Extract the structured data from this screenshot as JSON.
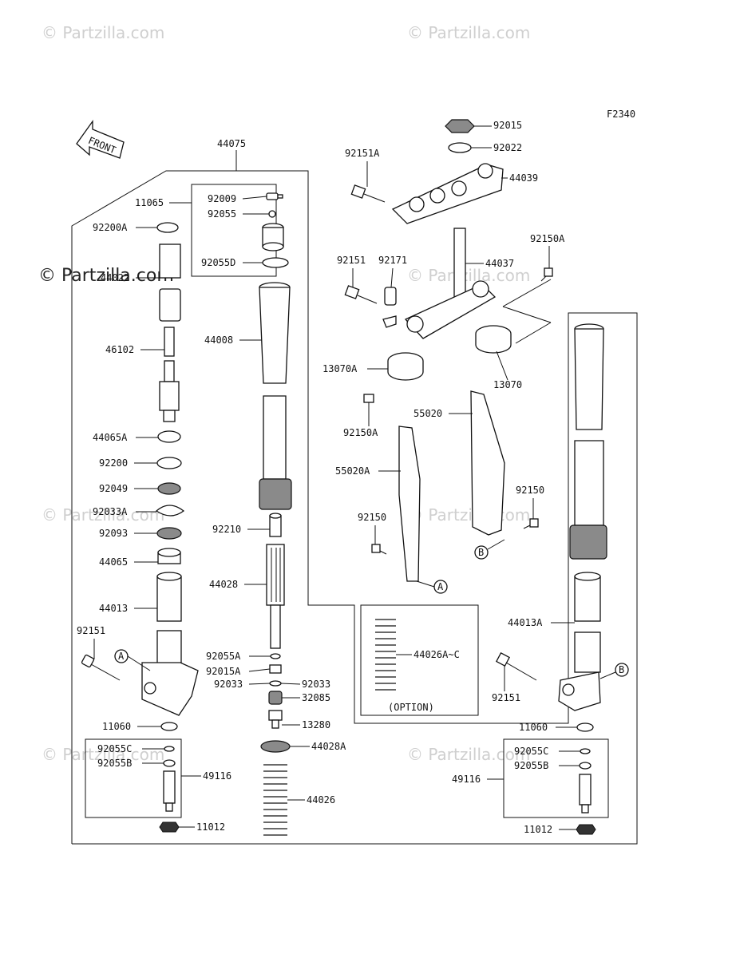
{
  "figure_code": "F2340",
  "front_label": "FRONT",
  "option_label": "(OPTION)",
  "watermark": "© Partzilla.com",
  "callouts": {
    "A": "A",
    "B": "B"
  },
  "parts": {
    "p44075": "44075",
    "p11065": "11065",
    "p92009": "92009",
    "p92055": "92055",
    "p92055D": "92055D",
    "p92200A": "92200A",
    "p44022": "44022",
    "p46102": "46102",
    "p44008": "44008",
    "p44065A": "44065A",
    "p92200": "92200",
    "p92049": "92049",
    "p92033A": "92033A",
    "p92093": "92093",
    "p44065": "44065",
    "p44013": "44013",
    "p92151L": "92151",
    "p92210": "92210",
    "p44028": "44028",
    "p92055A": "92055A",
    "p92015A": "92015A",
    "p92033L": "92033",
    "p92033R": "92033",
    "p32085": "32085",
    "p13280": "13280",
    "p44028A": "44028A",
    "p44026": "44026",
    "p11060L": "11060",
    "p92055CL": "92055C",
    "p92055BL": "92055B",
    "p49116L": "49116",
    "p11012L": "11012",
    "p92015": "92015",
    "p92022": "92022",
    "p92151A": "92151A",
    "p44039": "44039",
    "p92150A": "92150A",
    "p92151M": "92151",
    "p92171": "92171",
    "p44037": "44037",
    "p13070A": "13070A",
    "p13070": "13070",
    "p92150A2": "92150A",
    "p55020": "55020",
    "p55020A": "55020A",
    "p92150R": "92150",
    "p92150M": "92150",
    "p44026AC": "44026A~C",
    "p44013A": "44013A",
    "p92151R": "92151",
    "p11060R": "11060",
    "p92055CR": "92055C",
    "p92055BR": "92055B",
    "p49116R": "49116",
    "p11012R": "11012"
  }
}
